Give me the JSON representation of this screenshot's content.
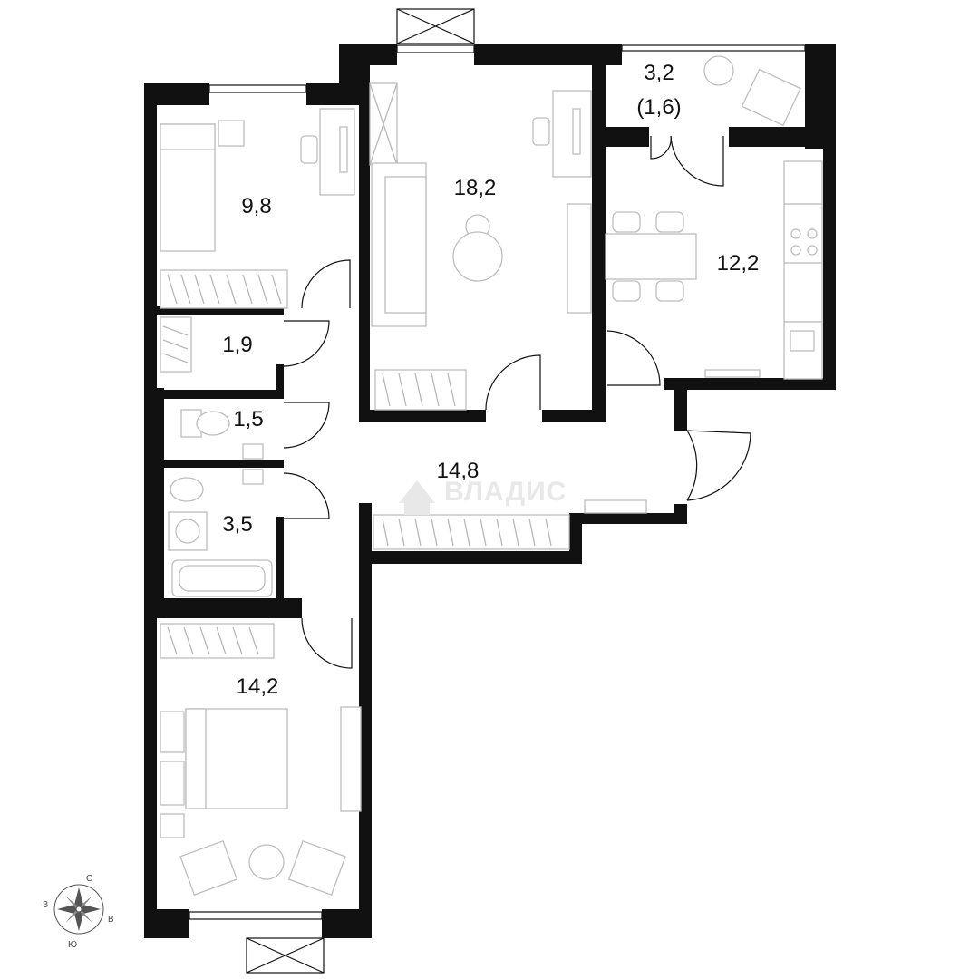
{
  "rooms": [
    {
      "id": "bedroom-small",
      "area": "9,8"
    },
    {
      "id": "living-room",
      "area": "18,2"
    },
    {
      "id": "balcony",
      "area": "3,2",
      "area_reduced": "(1,6)"
    },
    {
      "id": "kitchen",
      "area": "12,2"
    },
    {
      "id": "closet",
      "area": "1,9"
    },
    {
      "id": "toilet",
      "area": "1,5"
    },
    {
      "id": "hallway",
      "area": "14,8"
    },
    {
      "id": "bathroom",
      "area": "3,5"
    },
    {
      "id": "bedroom-master",
      "area": "14,2"
    }
  ],
  "compass": {
    "north": "С",
    "south": "Ю",
    "east": "В",
    "west": "З"
  },
  "watermark": "ВЛАДИС",
  "colors": {
    "wall": "#111111",
    "furniture_stroke": "#bdbdbd",
    "watermark": "#e8e8e8"
  }
}
